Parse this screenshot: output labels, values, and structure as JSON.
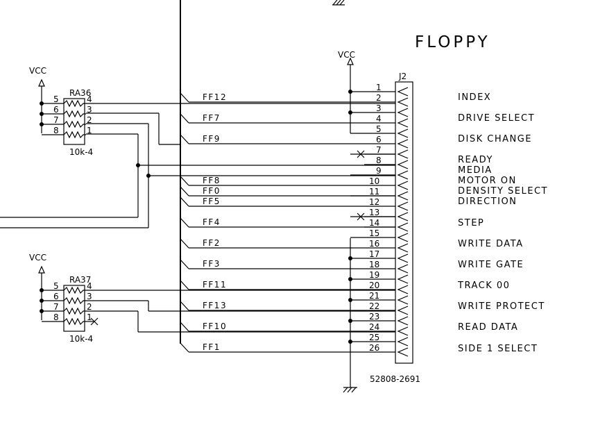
{
  "title": "FLOPPY",
  "connector": {
    "ref": "J2",
    "part_number": "52808-2691",
    "pins": [
      "1",
      "2",
      "3",
      "4",
      "5",
      "6",
      "7",
      "8",
      "9",
      "10",
      "11",
      "12",
      "13",
      "14",
      "15",
      "16",
      "17",
      "18",
      "19",
      "20",
      "21",
      "22",
      "23",
      "24",
      "25",
      "26"
    ],
    "signals": [
      "INDEX",
      "DRIVE SELECT",
      "DISK CHANGE",
      "READY",
      "MEDIA",
      "MOTOR ON",
      "DENSITY SELECT",
      "DIRECTION",
      "STEP",
      "WRITE DATA",
      "WRITE GATE",
      "TRACK 00",
      "WRITE PROTECT",
      "READ DATA",
      "SIDE 1 SELECT"
    ]
  },
  "nets": [
    "FF12",
    "FF7",
    "FF9",
    "FF8",
    "FF0",
    "FF5",
    "FF4",
    "FF2",
    "FF3",
    "FF11",
    "FF13",
    "FF10",
    "FF1"
  ],
  "power": {
    "vcc": "VCC"
  },
  "resistor_arrays": [
    {
      "ref": "RA36",
      "value": "10k-4",
      "pins_left": [
        "5",
        "6",
        "7",
        "8"
      ],
      "pins_right": [
        "4",
        "3",
        "2",
        "1"
      ]
    },
    {
      "ref": "RA37",
      "value": "10k-4",
      "pins_left": [
        "5",
        "6",
        "7",
        "8"
      ],
      "pins_right": [
        "4",
        "3",
        "2",
        "1"
      ]
    }
  ]
}
